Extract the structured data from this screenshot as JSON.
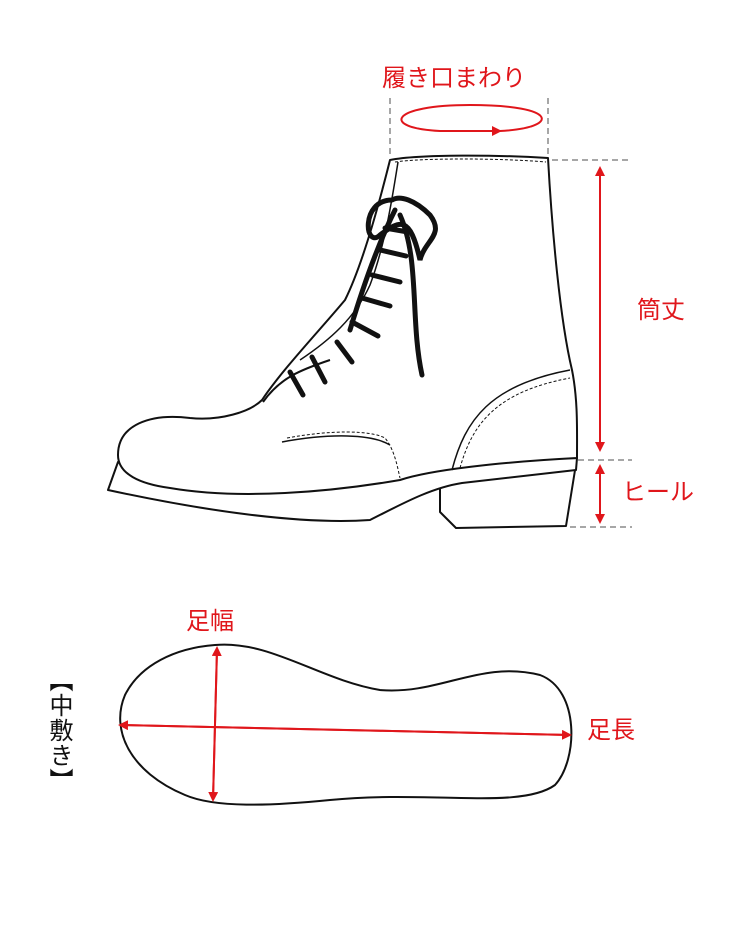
{
  "labels": {
    "opening_circumference": "履き口まわり",
    "shaft_height": "筒丈",
    "heel": "ヒール",
    "foot_width": "足幅",
    "foot_length": "足長",
    "insole": "【中敷き】"
  },
  "colors": {
    "accent": "#e0161b",
    "outline": "#111111",
    "guide": "#8a8a8a"
  }
}
